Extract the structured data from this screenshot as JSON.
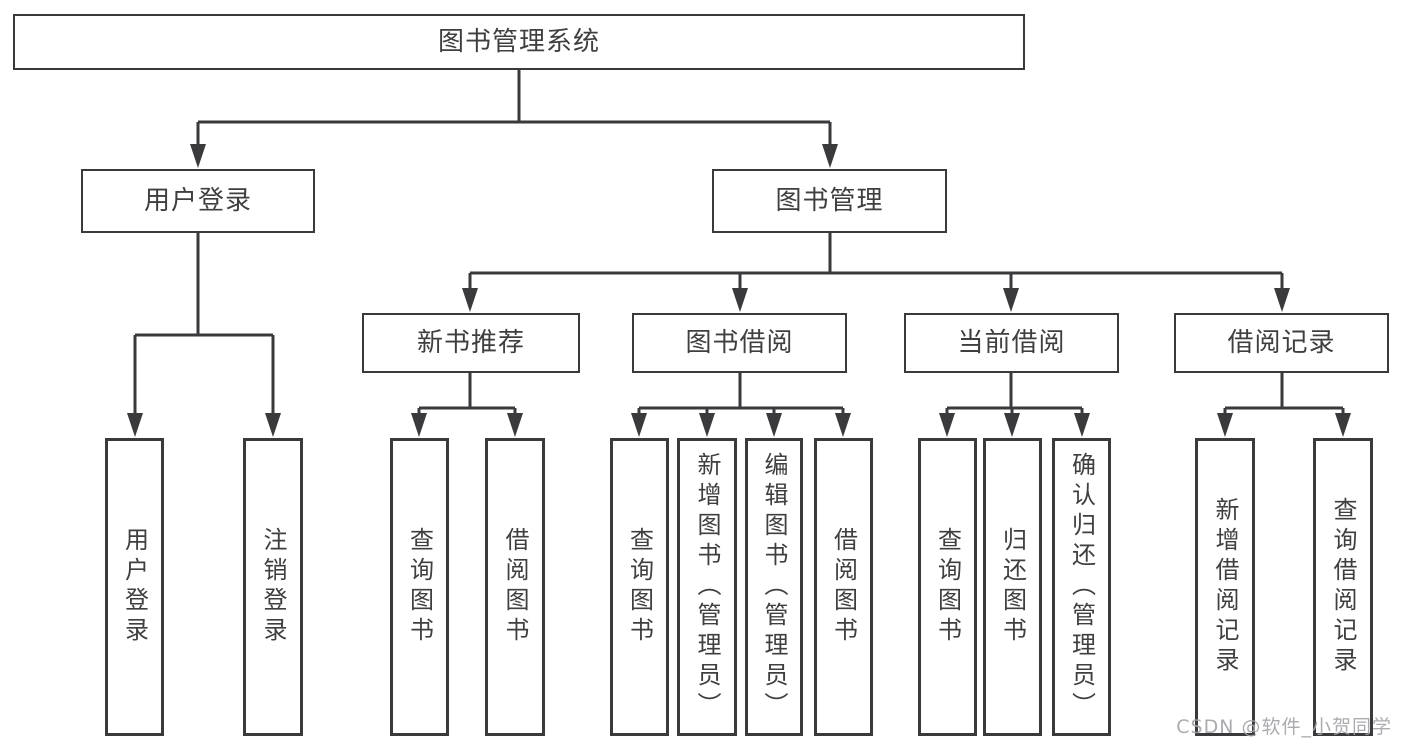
{
  "nodes": {
    "root": "图书管理系统",
    "user_login": "用户登录",
    "book_management": "图书管理",
    "new_book_recommend": "新书推荐",
    "book_borrowing": "图书借阅",
    "current_borrowing": "当前借阅",
    "borrowing_records": "借阅记录",
    "leaf_user_login": "用户登录",
    "leaf_logout": "注销登录",
    "leaf_query_books_recommend": "查询图书",
    "leaf_borrow_books_recommend": "借阅图书",
    "leaf_query_books_borrowing": "查询图书",
    "leaf_add_books_admin": "新增图书（管理员）",
    "leaf_edit_books_admin": "编辑图书（管理员）",
    "leaf_borrow_books_borrowing": "借阅图书",
    "leaf_query_books_current": "查询图书",
    "leaf_return_books": "归还图书",
    "leaf_confirm_return_admin": "确认归还（管理员）",
    "leaf_add_borrow_record": "新增借阅记录",
    "leaf_query_borrow_record": "查询借阅记录"
  },
  "watermark": {
    "text": "CSDN @软件_小贺同学"
  },
  "colors": {
    "line": "#3a3a3c",
    "text": "#3f3f41",
    "background": "#ffffff",
    "watermark": "#a3a3a8"
  }
}
